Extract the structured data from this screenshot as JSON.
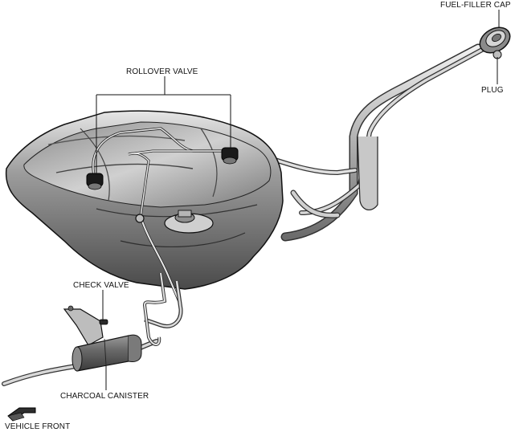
{
  "labels": {
    "fuel_filler_cap": "FUEL-FILLER CAP",
    "plug": "PLUG",
    "rollover_valve": "ROLLOVER VALVE",
    "check_valve": "CHECK VALVE",
    "charcoal_canister": "CHARCOAL CANISTER",
    "vehicle_front": "VEHICLE FRONT"
  },
  "colors": {
    "line": "#111111",
    "tank_dark": "#5f5f5f",
    "tank_mid": "#9a9a9a",
    "tank_light": "#d8d8d8",
    "pipe": "#b8b8b8"
  },
  "icons": {
    "vehicle_front_arrow": "arrow-icon"
  }
}
